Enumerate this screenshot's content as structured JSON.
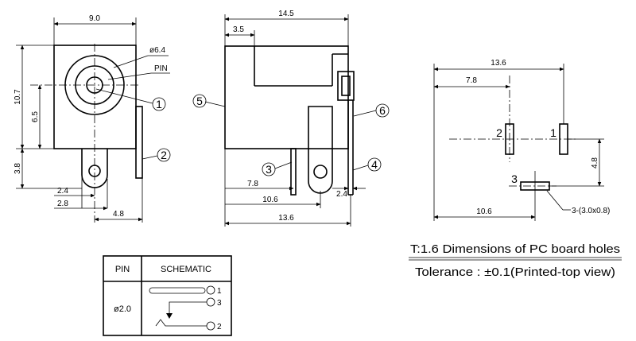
{
  "front_view": {
    "dim_width": "9.0",
    "dim_diameter": "ø6.4",
    "pin_label": "PIN",
    "dim_height": "10.7",
    "dim_center": "6.5",
    "dim_pin_len": "3.8",
    "dim_a": "2.4",
    "dim_b": "2.8",
    "dim_c": "4.8",
    "callout_1": "1",
    "callout_2": "2"
  },
  "side_view": {
    "dim_total": "14.5",
    "dim_front": "3.5",
    "dim_pin3": "7.8",
    "dim_pin_gap": "10.6",
    "dim_len": "13.6",
    "dim_tab": "2.4",
    "callout_3": "3",
    "callout_4": "4",
    "callout_5": "5",
    "callout_6": "6"
  },
  "pcb_view": {
    "dim_total": "13.6",
    "dim_mid": "7.8",
    "dim_lower": "10.6",
    "dim_vert": "4.8",
    "hole_1": "1",
    "hole_2": "2",
    "hole_3": "3",
    "slot_note": "3-(3.0x0.8)",
    "title": "T:1.6 Dimensions of PC board holes",
    "tolerance": "Tolerance : ±0.1(Printed-top view)"
  },
  "schematic_table": {
    "header_pin": "PIN",
    "header_schematic": "SCHEMATIC",
    "pin_value": "ø2.0",
    "term_1": "1",
    "term_3": "3",
    "term_2": "2"
  }
}
